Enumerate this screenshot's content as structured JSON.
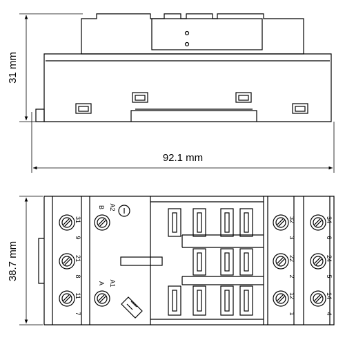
{
  "dimensions": {
    "side_height": "31 mm",
    "width": "92.1 mm",
    "front_height": "38.7 mm"
  },
  "terminals_left": [
    {
      "top": "31",
      "bottom": "9"
    },
    {
      "top": "21",
      "bottom": "8"
    },
    {
      "top": "11",
      "bottom": "7"
    }
  ],
  "coil_terminals": [
    {
      "top": "A2",
      "bottom": "B"
    },
    {
      "top": "A1",
      "bottom": "A"
    }
  ],
  "terminals_right_a": [
    {
      "top": "32",
      "bottom": "3"
    },
    {
      "top": "22",
      "bottom": "2"
    },
    {
      "top": "12",
      "bottom": "1"
    }
  ],
  "terminals_right_b": [
    {
      "top": "34",
      "bottom": "6"
    },
    {
      "top": "24",
      "bottom": "5"
    },
    {
      "top": "14",
      "bottom": "4"
    }
  ],
  "colors": {
    "line": "#000000",
    "background": "#ffffff"
  }
}
